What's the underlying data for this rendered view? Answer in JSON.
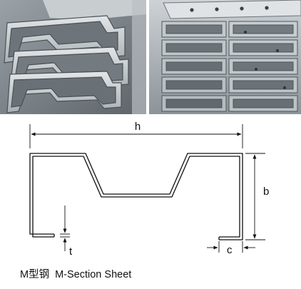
{
  "photos": [
    {
      "subject": "stacked M-section steel profiles, end view"
    },
    {
      "subject": "stacked punched M-section steel profiles"
    }
  ],
  "diagram": {
    "dimension_labels": {
      "h": "h",
      "b": "b",
      "t": "t",
      "c": "c"
    }
  },
  "caption": {
    "chinese": "M型钢",
    "english": "M-Section Sheet"
  }
}
